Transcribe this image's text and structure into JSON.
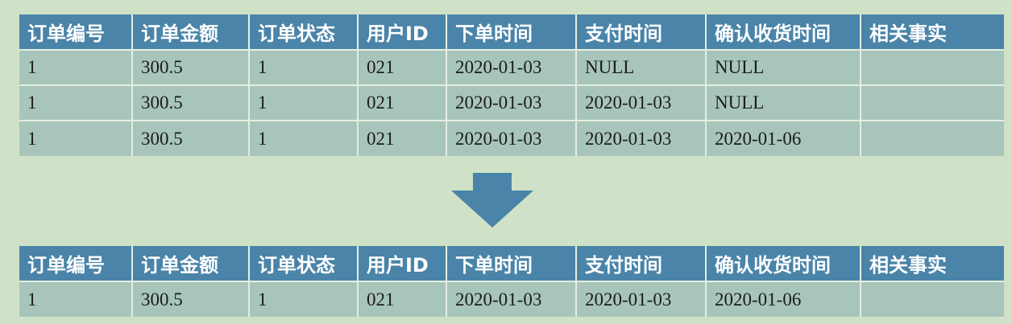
{
  "headers": [
    "订单编号",
    "订单金额",
    "订单状态",
    "用户ID",
    "下单时间",
    "支付时间",
    "确认收货时间",
    "相关事实"
  ],
  "top_rows": [
    [
      "1",
      "300.5",
      "1",
      "021",
      "2020-01-03",
      "NULL",
      "NULL",
      ""
    ],
    [
      "1",
      "300.5",
      "1",
      "021",
      "2020-01-03",
      "2020-01-03",
      "NULL",
      ""
    ],
    [
      "1",
      "300.5",
      "1",
      "021",
      "2020-01-03",
      "2020-01-03",
      "2020-01-06",
      ""
    ]
  ],
  "bottom_rows": [
    [
      "1",
      "300.5",
      "1",
      "021",
      "2020-01-03",
      "2020-01-03",
      "2020-01-06",
      ""
    ]
  ],
  "colors": {
    "background": "#cfe2c7",
    "header": "#4a84a8",
    "cell": "#a7c5bb",
    "arrow": "#4a84a8"
  },
  "icons": {
    "arrow": "down-arrow-icon"
  }
}
